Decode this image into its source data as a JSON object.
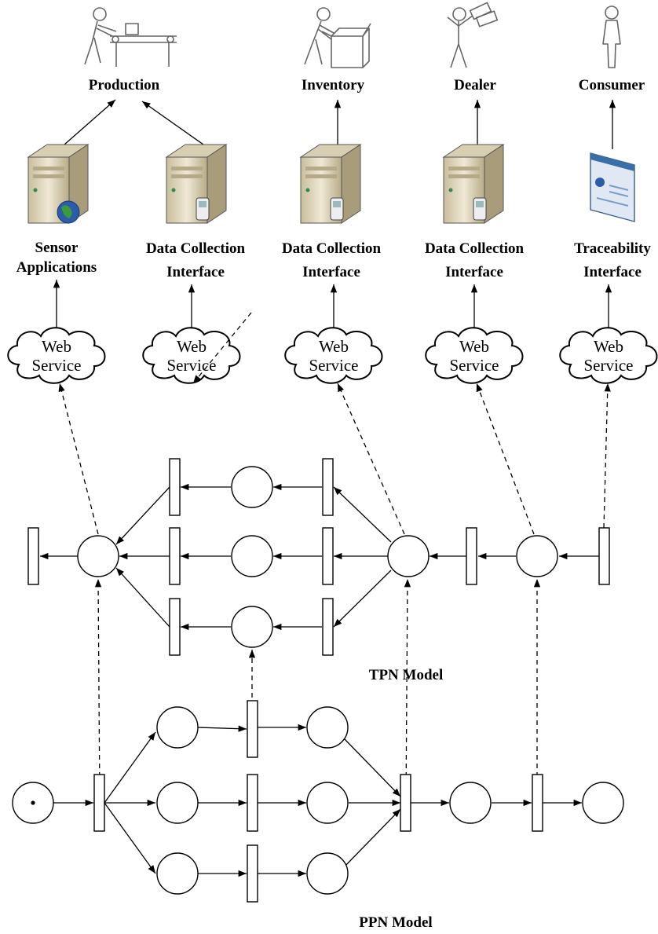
{
  "actors": [
    {
      "id": "production",
      "label": "Production",
      "icon": "worker-conveyor-icon"
    },
    {
      "id": "inventory",
      "label": "Inventory",
      "icon": "worker-box-icon"
    },
    {
      "id": "dealer",
      "label": "Dealer",
      "icon": "dealer-money-icon"
    },
    {
      "id": "consumer",
      "label": "Consumer",
      "icon": "person-icon"
    }
  ],
  "applications": [
    {
      "id": "sensor-applications",
      "lines": [
        "Sensor",
        "Applications"
      ],
      "icon": "server-globe-icon"
    },
    {
      "id": "data-collection-1",
      "lines": [
        "Data Collection",
        "Interface"
      ],
      "icon": "server-phone-icon"
    },
    {
      "id": "data-collection-2",
      "lines": [
        "Data Collection",
        "Interface"
      ],
      "icon": "server-phone-icon"
    },
    {
      "id": "data-collection-3",
      "lines": [
        "Data Collection",
        "Interface"
      ],
      "icon": "server-phone-icon"
    },
    {
      "id": "traceability-interface",
      "lines": [
        "Traceability",
        "Interface"
      ],
      "icon": "browser-window-icon"
    }
  ],
  "web_services": [
    {
      "lines": [
        "Web",
        "Service"
      ]
    },
    {
      "lines": [
        "Web",
        "Service"
      ]
    },
    {
      "lines": [
        "Web",
        "Service"
      ]
    },
    {
      "lines": [
        "Web",
        "Service"
      ]
    },
    {
      "lines": [
        "Web",
        "Service"
      ]
    }
  ],
  "models": {
    "tpn_label": "TPN Model",
    "ppn_label": "PPN Model"
  },
  "colors": {
    "stroke": "#000000",
    "actor_gray": "#666666",
    "server_beige": "#e8dfc8",
    "globe_blue": "#2a5caa"
  }
}
